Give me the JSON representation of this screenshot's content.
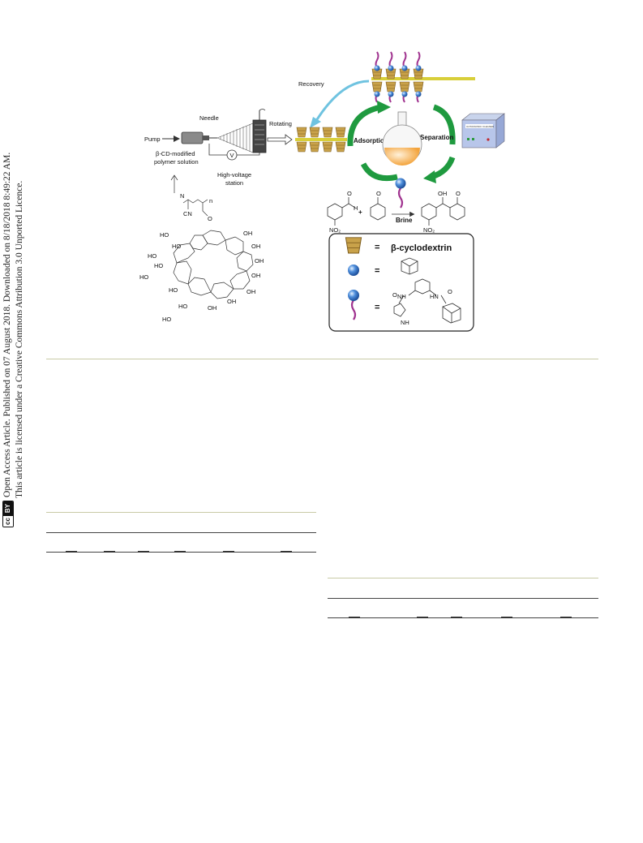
{
  "margin_notice": {
    "line1": "Open Access Article. Published on 07 August 2018. Downloaded on 8/18/2018 8:49:22 AM.",
    "line2": "This article is licensed under a Creative Commons Attribution 3.0 Unported Licence.",
    "badge_cc": "cc",
    "badge_by": "BY"
  },
  "figure": {
    "labels": {
      "recovery": "Recovery",
      "needle": "Needle",
      "rotating": "Rotating",
      "pump": "Pump",
      "solution_line1": "β-CD-modified",
      "solution_line2": "polymer solution",
      "voltage_line1": "High-voltage",
      "voltage_line2": "station",
      "voltage_symbol": "V",
      "adsorption": "Adsorption",
      "separation": "Separation",
      "ultrasonic": "ULTRASONIC CLEANER",
      "brine": "Brine",
      "plus": "+",
      "no2_a": "NO₂",
      "no2_b": "NO₂",
      "h": "H",
      "o_a": "O",
      "o_b": "O",
      "oh": "OH",
      "o_c": "O",
      "cn": "CN",
      "n_a": "N",
      "n_b": "n",
      "o_d": "O",
      "ho_list": [
        "HO",
        "HO",
        "HO",
        "HO",
        "HO",
        "HO",
        "HO",
        "OH",
        "OH",
        "OH",
        "OH",
        "OH",
        "OH",
        "OH",
        "HO"
      ]
    },
    "legend": {
      "eq1": "=",
      "cyclodextrin": "β-cyclodextrin",
      "eq2": "=",
      "eq3": "=",
      "nh_left": "NH",
      "hn_right": "HN",
      "nh_ring": "NH",
      "o_left": "O",
      "o_right": "O"
    },
    "colors": {
      "gold": "#c9a24a",
      "rail": "#d8cf3a",
      "green_arrow": "#1f9a3f",
      "blue_arrow": "#6fc3e0",
      "blue_ball": "#3c78c8",
      "magenta": "#a0338f",
      "orange": "#f3a33b"
    }
  }
}
